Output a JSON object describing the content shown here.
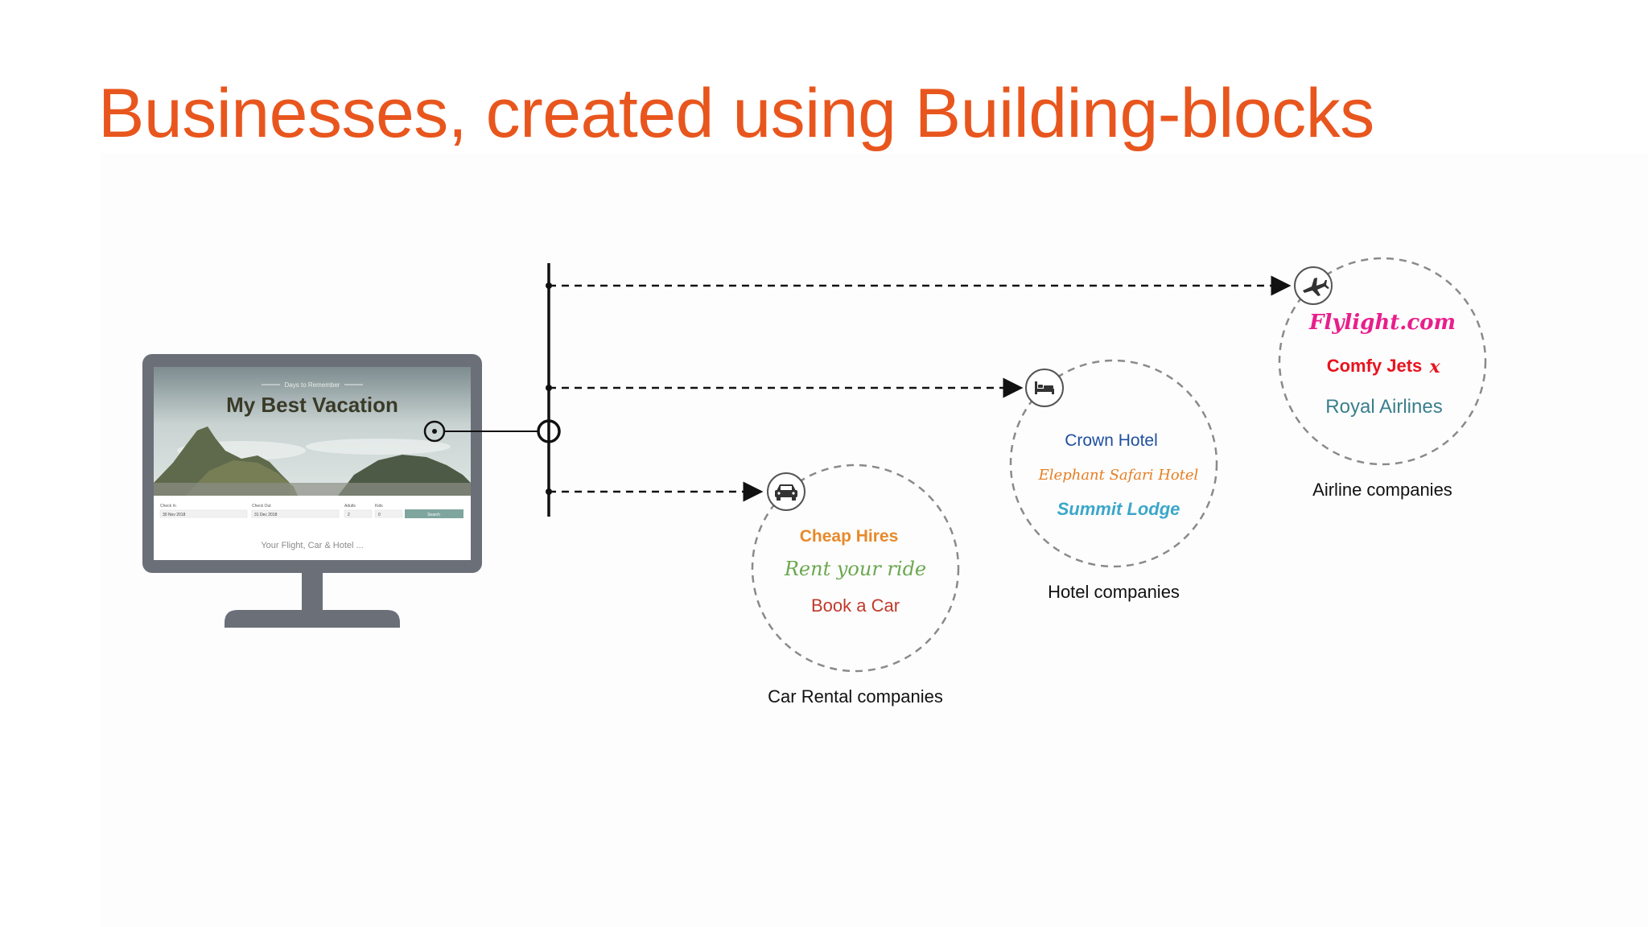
{
  "title": "Businesses, created using Building-blocks",
  "monitor": {
    "subtitle": "Days to Remember",
    "heading": "My Best Vacation",
    "checkin_label": "Check In",
    "checkin_value": "30 Nov 2018",
    "checkout_label": "Check Out",
    "checkout_value": "31 Dec 2018",
    "adults_label": "Adults",
    "adults_value": "2",
    "kids_label": "Kids",
    "kids_value": "0",
    "search_label": "Search",
    "footer_text": "Your Flight, Car & Hotel ..."
  },
  "groups": [
    {
      "id": "car",
      "icon": "car-icon",
      "caption": "Car Rental companies",
      "brands": [
        {
          "name": "Cheap Hires",
          "color": "#e8892a"
        },
        {
          "name": "Rent your ride",
          "color": "#6aa84f"
        },
        {
          "name": "Book a Car",
          "color": "#c0392b"
        }
      ]
    },
    {
      "id": "hotel",
      "icon": "bed-icon",
      "caption": "Hotel companies",
      "brands": [
        {
          "name": "Crown Hotel",
          "color": "#1f4fa0"
        },
        {
          "name": "Elephant Safari Hotel",
          "color": "#e67e22"
        },
        {
          "name": "Summit Lodge",
          "color": "#3aa7c9"
        }
      ]
    },
    {
      "id": "airline",
      "icon": "airplane-icon",
      "caption": "Airline companies",
      "brands": [
        {
          "name": "Flylight.com",
          "color": "#e91e8c"
        },
        {
          "name": "Comfy Jets",
          "color": "#e8141e"
        },
        {
          "name": "Royal Airlines",
          "color": "#3a7f8c"
        }
      ]
    }
  ],
  "colors": {
    "title": "#e8561e",
    "monitor": "#6b6f78",
    "dash": "#111111",
    "circle": "#8a8a8a"
  }
}
